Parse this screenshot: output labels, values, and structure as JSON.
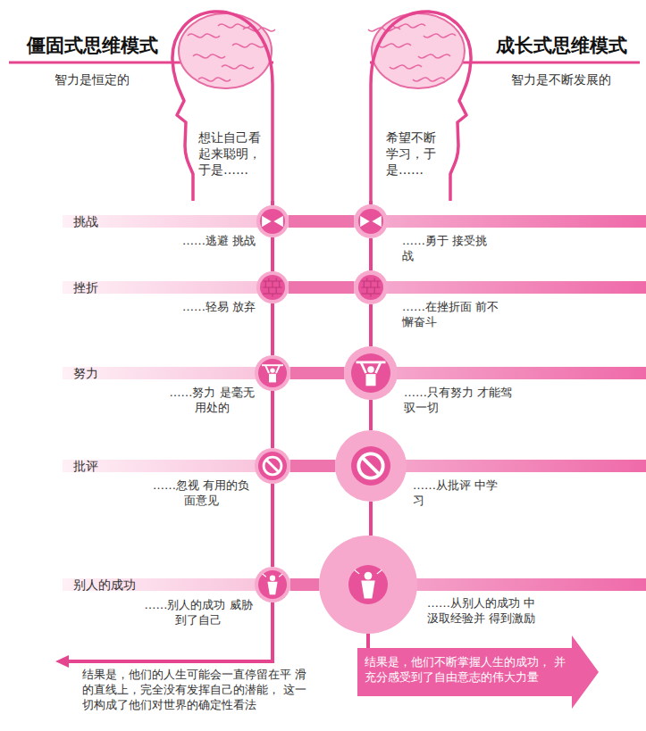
{
  "diagram": {
    "nodes": [
      {
        "text": [
          "僵固式思维模式",
          "智力是恒定的",
          "想让自己看起来聪明，于是……"
        ]
      },
      {
        "text": [
          "成长式思维模式",
          "智力是不断发展的",
          "希望不断学习，于是……"
        ]
      },
      {
        "text": [
          "……逃避 挑战"
        ]
      },
      {
        "text": [
          "……勇于 接受挑战"
        ]
      },
      {
        "text": [
          "……轻易 放弃"
        ]
      },
      {
        "text": [
          "……在挫折面 前不懈奋斗"
        ]
      },
      {
        "text": [
          "……努力 是毫无用处的"
        ]
      },
      {
        "text": [
          "……只有努力 才能驾驭一切"
        ]
      },
      {
        "text": [
          "……忽视 有用的负面意见"
        ]
      },
      {
        "text": [
          "……从批评 中学习"
        ]
      },
      {
        "text": [
          "……别人的成功 威胁到了自己"
        ]
      },
      {
        "text": [
          "……从别人的成功 中汲取经验并 得到激励"
        ]
      },
      {
        "text": [
          "结果是，他们的人生可能会一直停留在平 滑的直线上，完全没有发挥自己的潜能， 这一切构成了他们对世界的确定性看法"
        ]
      },
      {
        "text": [
          "结果是，他们不断掌握人生的成功， 并充分感受到了自由意志的伟大力量"
        ]
      }
    ],
    "edges": [
      {
        "from": 0,
        "to": 2,
        "arrow": "none"
      },
      {
        "from": 2,
        "to": 4,
        "arrow": "none"
      },
      {
        "from": 4,
        "to": 6,
        "arrow": "none"
      },
      {
        "from": 6,
        "to": 8,
        "arrow": "none"
      },
      {
        "from": 8,
        "to": 10,
        "arrow": "none"
      },
      {
        "from": 10,
        "to": 12,
        "arrow": "none"
      },
      {
        "from": 1,
        "to": 3,
        "arrow": "none"
      },
      {
        "from": 3,
        "to": 5,
        "arrow": "none"
      },
      {
        "from": 5,
        "to": 7,
        "arrow": "none"
      },
      {
        "from": 7,
        "to": 9,
        "arrow": "none"
      },
      {
        "from": 9,
        "to": 11,
        "arrow": "none"
      },
      {
        "from": 11,
        "to": 13,
        "arrow": "none"
      },
      {
        "from": 2,
        "to": 3,
        "arrow": "none"
      },
      {
        "from": 4,
        "to": 5,
        "arrow": "none"
      },
      {
        "from": 6,
        "to": 7,
        "arrow": "none"
      },
      {
        "from": 8,
        "to": 9,
        "arrow": "none"
      },
      {
        "from": 10,
        "to": 11,
        "arrow": "none"
      }
    ],
    "labels": [
      "挑战",
      "挫折",
      "努力",
      "批评",
      "别人的成功"
    ]
  }
}
